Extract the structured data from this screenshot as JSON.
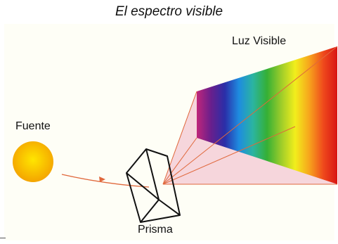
{
  "diagram": {
    "title": "El espectro visible",
    "labels": {
      "spectrum": "Luz Visible",
      "source": "Fuente",
      "prism": "Prisma"
    },
    "colors": {
      "sun_center": "#ffe600",
      "sun_edge": "#f4a400",
      "ray": "#e0683c",
      "spread_fill": "#f6d6dc",
      "spectrum": [
        "#c0267a",
        "#6a1f8c",
        "#2a2ea8",
        "#1e8ce0",
        "#2bb4a0",
        "#35b035",
        "#9ccc2a",
        "#f2ee1c",
        "#f7a51c",
        "#ef4a1c",
        "#d81414"
      ]
    }
  }
}
